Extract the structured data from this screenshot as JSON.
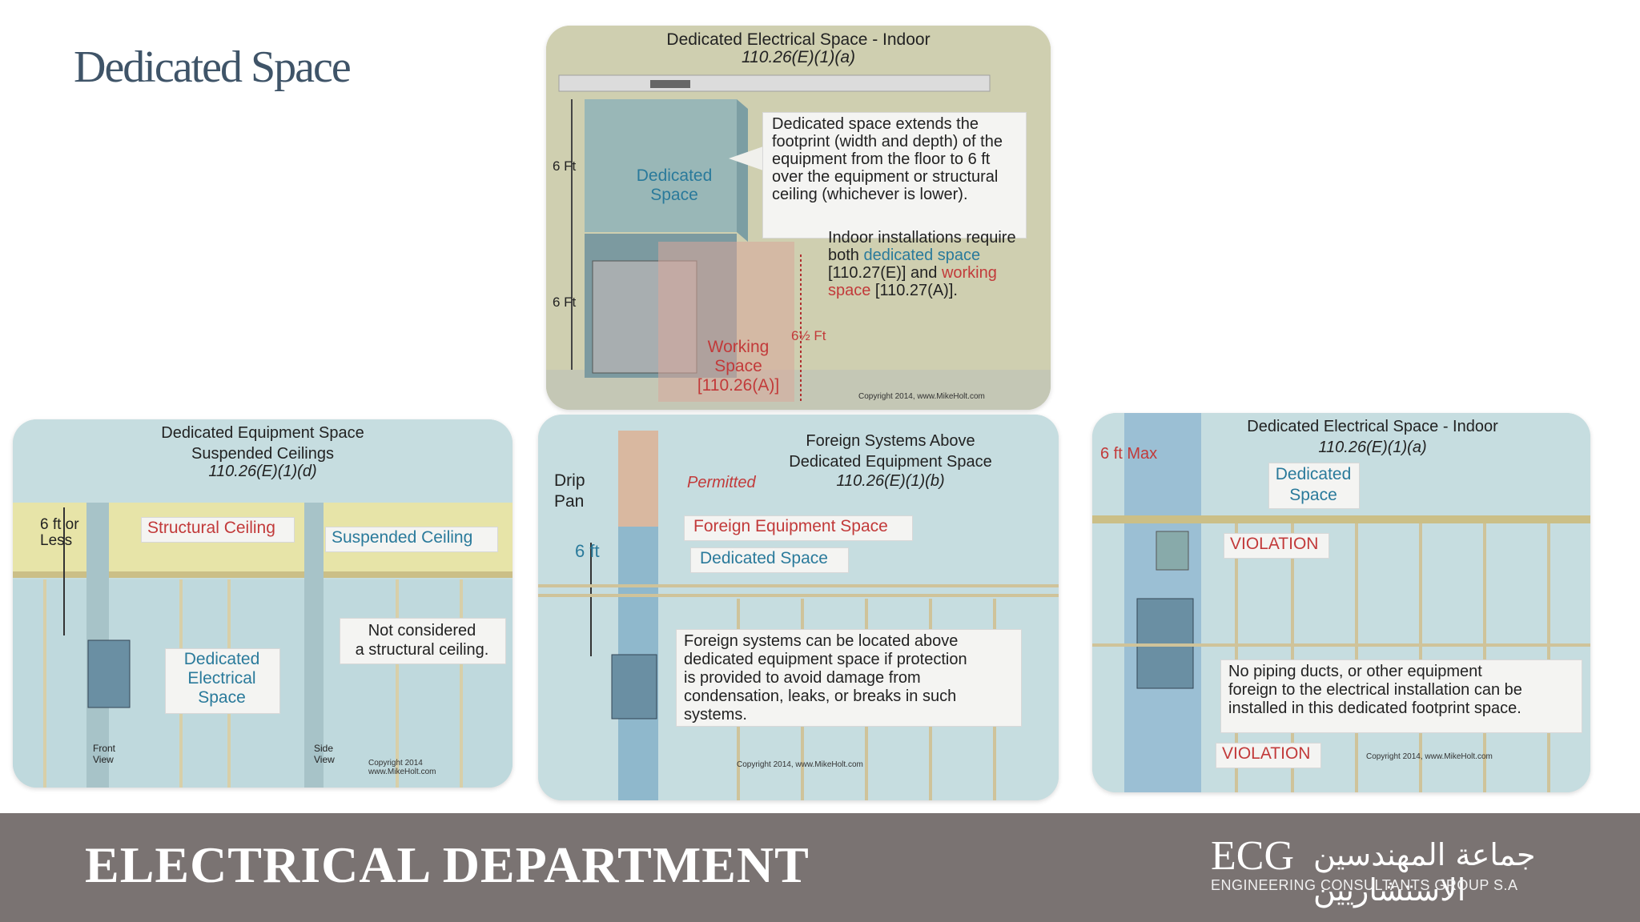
{
  "slide": {
    "title": "Dedicated Space"
  },
  "footer": {
    "department": "ELECTRICAL DEPARTMENT",
    "logo_text": "ECG",
    "logo_arabic": "جماعة المهندسين الاستشاريين",
    "logo_sub": "ENGINEERING CONSULTANTS GROUP S.A"
  },
  "panel_top": {
    "title": "Dedicated Electrical Space - Indoor",
    "ref": "110.26(E)(1)(a)",
    "height_upper": "6 Ft",
    "height_lower": "6 Ft",
    "dedicated_label": "Dedicated\nSpace",
    "working_label": "Working\nSpace\n[110.26(A)]",
    "working_height": "6½ Ft",
    "note1": "Dedicated space extends the\nfootprint (width and depth) of the\nequipment from the floor to 6 ft\nover the equipment or structural\nceiling (whichever is lower).",
    "note2_a": "Indoor installations require",
    "note2_b": "both ",
    "note2_c": "dedicated space",
    "note2_d": "[110.27(E)] and ",
    "note2_e": "working",
    "note2_f": "space",
    "note2_g": " [110.27(A)].",
    "copyright": "Copyright 2014, www.MikeHolt.com"
  },
  "panel_left": {
    "title": "Dedicated Equipment Space\nSuspended Ceilings",
    "ref": "110.26(E)(1)(d)",
    "height": "6 ft or\nLess",
    "structural": "Structural Ceiling",
    "suspended": "Suspended Ceiling",
    "not_considered": "Not considered\na structural ceiling.",
    "dedicated": "Dedicated\nElectrical\nSpace",
    "front_view": "Front\nView",
    "side_view": "Side\nView",
    "copyright": "Copyright 2014\nwww.MikeHolt.com"
  },
  "panel_mid": {
    "title": "Foreign Systems Above\nDedicated Equipment Space",
    "ref": "110.26(E)(1)(b)",
    "drip_pan": "Drip\nPan",
    "permitted": "Permitted",
    "foreign": "Foreign Equipment Space",
    "dedicated": "Dedicated Space",
    "height": "6 ft",
    "note": "Foreign systems can be located above\ndedicated equipment space if protection\nis provided to avoid damage from\ncondensation, leaks, or breaks in such\nsystems.",
    "copyright": "Copyright 2014, www.MikeHolt.com"
  },
  "panel_right": {
    "title": "Dedicated Electrical Space - Indoor",
    "ref": "110.26(E)(1)(a)",
    "max": "6 ft Max",
    "dedicated": "Dedicated\nSpace",
    "violation1": "VIOLATION",
    "violation2": "VIOLATION",
    "note": "No piping ducts, or other equipment\nforeign to the electrical installation can be\ninstalled in this dedicated footprint space.",
    "copyright": "Copyright 2014, www.MikeHolt.com"
  },
  "colors": {
    "title": "#3f5468",
    "footer_bg": "#7a7372",
    "panel_bg": "#c6dde0",
    "ceiling": "#e7e4a8",
    "violation": "#c23a3a",
    "dedicated_text": "#2a7a9b"
  }
}
